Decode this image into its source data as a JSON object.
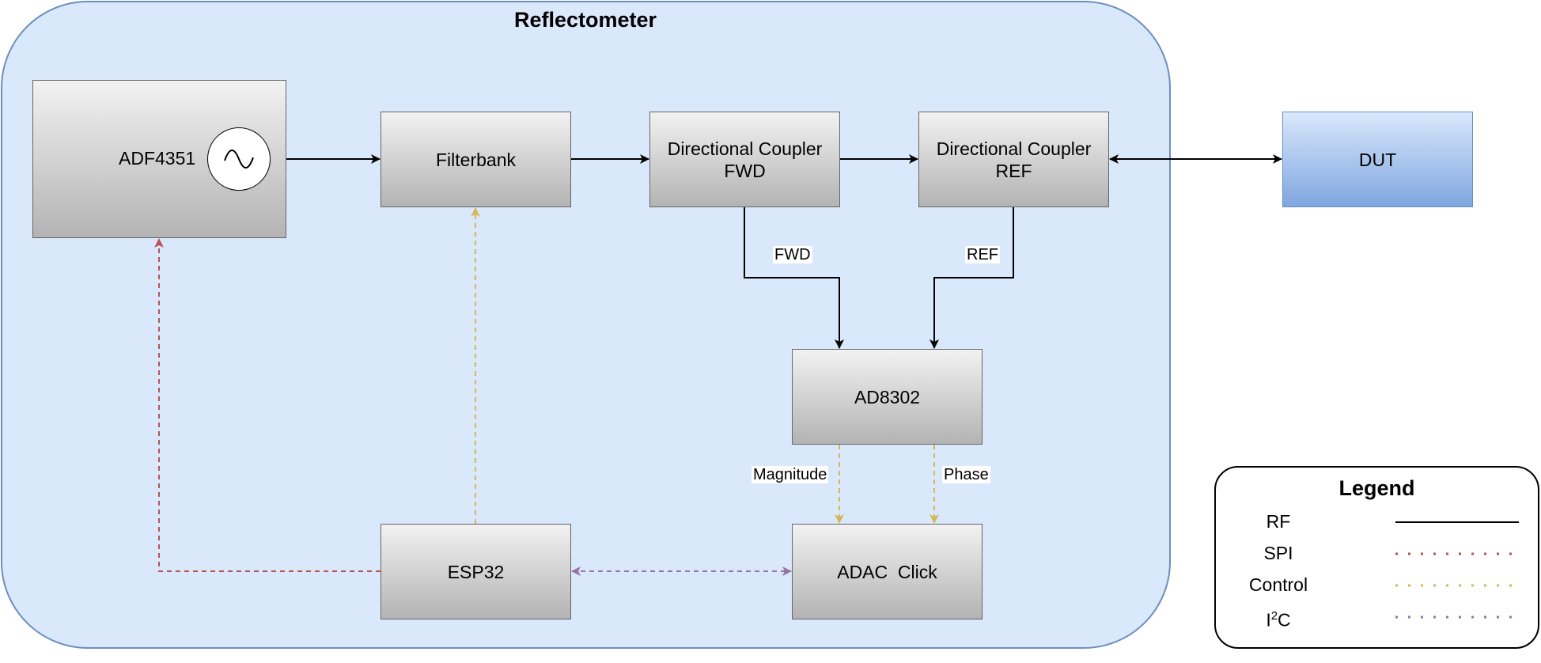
{
  "title": "Reflectometer",
  "blocks": {
    "adf4351": "ADF4351",
    "filterbank": "Filterbank",
    "coupler_fwd": "Directional Coupler\nFWD",
    "coupler_ref": "Directional Coupler\nREF",
    "dut": "DUT",
    "ad8302": "AD8302",
    "esp32": "ESP32",
    "adac": "ADAC  Click"
  },
  "edge_labels": {
    "fwd": "FWD",
    "ref": "REF",
    "magnitude": "Magnitude",
    "phase": "Phase"
  },
  "legend": {
    "title": "Legend",
    "items": [
      {
        "name": "RF",
        "color": "#000000",
        "style": "solid"
      },
      {
        "name": "SPI",
        "color": "#b85450",
        "style": "dotted"
      },
      {
        "name": "Control",
        "color": "#d6b656",
        "style": "dotted"
      },
      {
        "name": "I2C",
        "color": "#9673a6",
        "style": "dotted"
      }
    ]
  },
  "colors": {
    "rf": "#000000",
    "spi": "#b85450",
    "control": "#d6b656",
    "i2c": "#9673a6",
    "container_fill": "#dae8fc",
    "container_border": "#6c8ebf"
  },
  "icons": {
    "oscillator": "sine-wave-icon"
  }
}
